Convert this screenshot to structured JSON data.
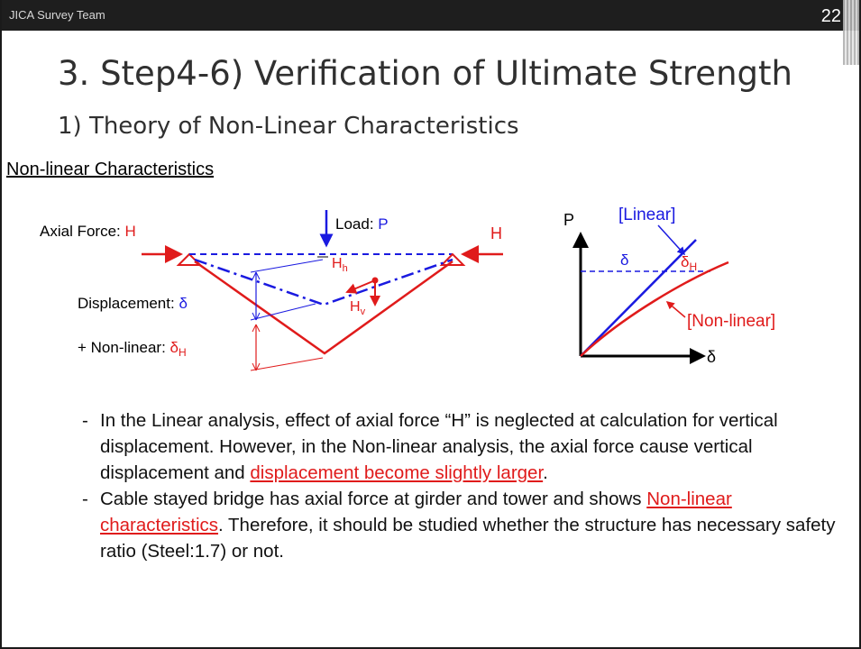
{
  "header": {
    "team": "JICA Survey Team",
    "page_number": "22"
  },
  "title": "3. Step4-6) Verification of Ultimate Strength",
  "subtitle": "1) Theory of Non-Linear Characteristics",
  "section_heading": "Non-linear Characteristics",
  "diagram_left": {
    "axial_force_label": "Axial Force: ",
    "axial_force_symbol": "H",
    "load_label": "Load: ",
    "load_symbol": "P",
    "right_force_symbol": "H",
    "hh_base": "H",
    "hh_sub": "h",
    "hv_base": "H",
    "hv_sub": "v",
    "displacement_label": "Displacement: ",
    "displacement_symbol": "δ",
    "nonlinear_label": "+ Non-linear: ",
    "nonlinear_base": "δ",
    "nonlinear_sub": "H"
  },
  "diagram_right": {
    "p_axis": "P",
    "delta_axis": "δ",
    "linear_label": "[Linear]",
    "nonlinear_label": "[Non-linear]",
    "delta": "δ",
    "delta_h_base": "δ",
    "delta_h_sub": "H"
  },
  "bullets": [
    {
      "dash": "-",
      "text_before": "In the Linear analysis, effect of axial force “H” is neglected at calculation for vertical displacement. However, in the Non-linear analysis, the axial force cause vertical displacement and ",
      "highlight": "displacement become slightly larger",
      "text_after": "."
    },
    {
      "dash": "-",
      "text_before": "Cable stayed bridge has axial force at girder and tower and shows ",
      "highlight": "Non-linear characteristics",
      "text_after": ". Therefore, it should be studied whether the structure has necessary safety ratio (Steel:1.7) or not."
    }
  ],
  "colors": {
    "red": "#e01b1b",
    "blue": "#1a1ae0",
    "header_bg": "#1e1e1e",
    "title": "#303030"
  }
}
